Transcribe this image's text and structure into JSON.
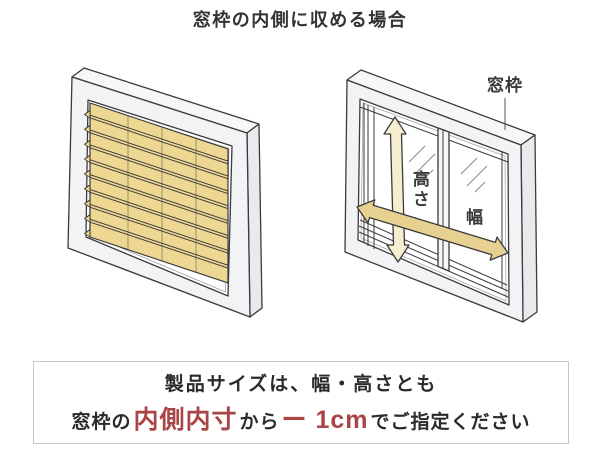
{
  "title": "窓枠の内側に収める場合",
  "colors": {
    "accent_red": "#a94545",
    "outline": "#3b3b3b",
    "slat_tan": "#eed792",
    "arrow_vertical_cream": "#f7eed2",
    "arrow_horizontal_tan": "#e7d190",
    "frame_front": "#f3f3f6",
    "frame_side": "#e9e9ee",
    "frame_top": "#f7f7fa",
    "box_border": "#c6c6c6"
  },
  "diagram_right": {
    "frame_label": "窓枠",
    "height_label": "高さ",
    "width_label": "幅"
  },
  "notice": {
    "line1": "製品サイズは、幅・高さとも",
    "line2_segments": [
      {
        "text": "窓枠の",
        "style": "normal"
      },
      {
        "text": "内側内寸",
        "style": "em"
      },
      {
        "text": "から",
        "style": "normal"
      },
      {
        "text": "ー 1cm",
        "style": "em"
      },
      {
        "text": "でご指定ください",
        "style": "normal"
      }
    ]
  }
}
